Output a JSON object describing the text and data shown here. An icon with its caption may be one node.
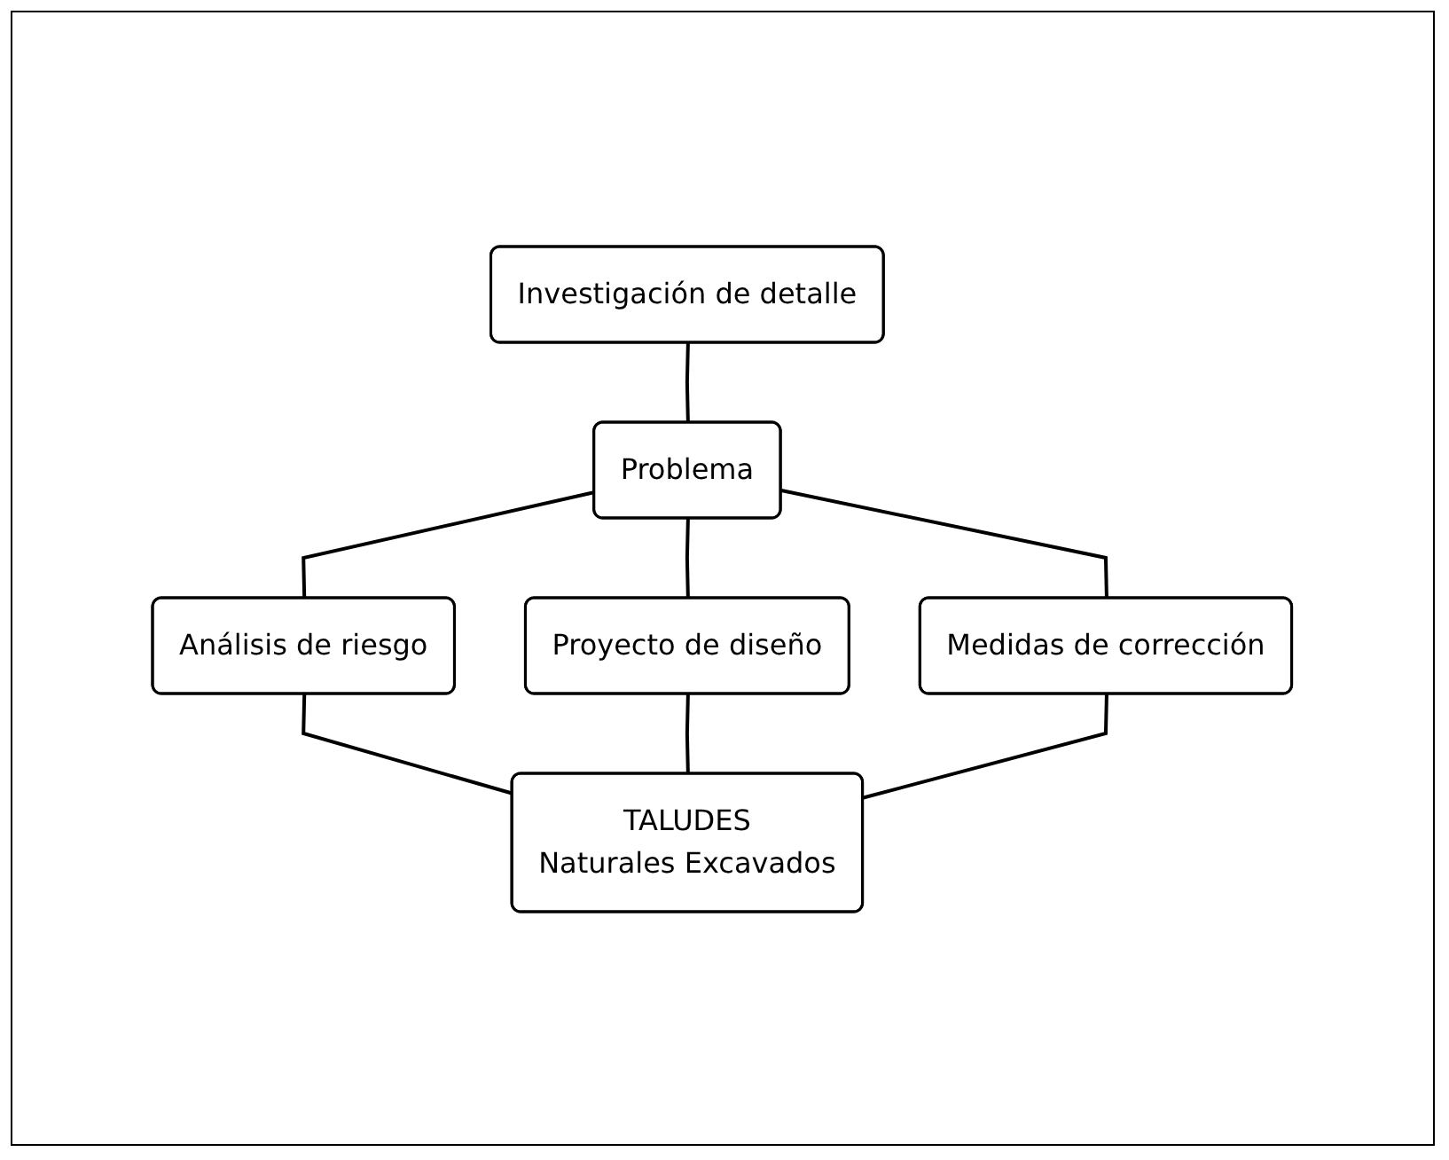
{
  "diagram": {
    "nodes": [
      {
        "text": [
          "Investigación de detalle"
        ]
      },
      {
        "text": [
          "Problema"
        ]
      },
      {
        "text": [
          "Análisis de riesgo"
        ]
      },
      {
        "text": [
          "Proyecto de diseño"
        ]
      },
      {
        "text": [
          "Medidas de corrección"
        ]
      },
      {
        "text": [
          "TALUDES",
          "Naturales Excavados"
        ]
      }
    ],
    "edges": [
      {
        "from": 0,
        "to": 1,
        "arrow": "none"
      },
      {
        "from": 1,
        "to": 2,
        "arrow": "none"
      },
      {
        "from": 1,
        "to": 3,
        "arrow": "none"
      },
      {
        "from": 1,
        "to": 4,
        "arrow": "none"
      },
      {
        "from": 2,
        "to": 5,
        "arrow": "none"
      },
      {
        "from": 3,
        "to": 5,
        "arrow": "none"
      },
      {
        "from": 4,
        "to": 5,
        "arrow": "none"
      }
    ]
  }
}
